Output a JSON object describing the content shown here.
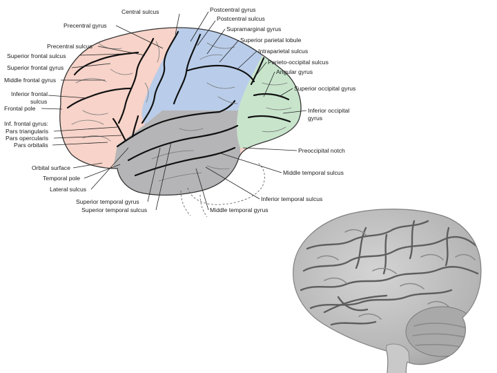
{
  "diagram": {
    "colors": {
      "frontal": "#f7d3c9",
      "parietal": "#b9cdea",
      "occipital": "#c8e5cc",
      "temporal": "#b5b5b7",
      "photo": "#bdbdbd"
    },
    "labels": {
      "central_sulcus": "Central sulcus",
      "postcentral_gyrus": "Postcentral gyrus",
      "postcentral_sulcus": "Postcentral sulcus",
      "supramarginal_gyrus": "Supramarginal gyrus",
      "superior_parietal_lobule": "Superior parietal lobule",
      "intraparietal_sulcus": "Intraparietal sulcus",
      "parieto_occipital_sulcus": "Parieto-occipital sulcus",
      "angular_gyrus": "Angular gyrus",
      "superior_occipital_gyrus": "Superior occipital gyrus",
      "inferior_occipital_gyrus_line1": "Inferior occipital",
      "inferior_occipital_gyrus_line2": "gyrus",
      "preoccipital_notch": "Preoccipital notch",
      "middle_temporal_sulcus": "Middle temporal sulcus",
      "inferior_temporal_sulcus": "Inferior temporal sulcus",
      "middle_temporal_gyrus": "Middle temporal gyrus",
      "superior_temporal_sulcus": "Superior temporal sulcus",
      "superior_temporal_gyrus": "Superior temporal gyrus",
      "lateral_sulcus": "Lateral sulcus",
      "temporal_pole": "Temporal pole",
      "orbital_surface": "Orbital surface",
      "pars_orbitalis": "Pars orbitalis",
      "pars_opercularis": "Pars opercularis",
      "pars_triangularis": "Pars triangularis",
      "inf_frontal_gyrus": "Inf. frontal gyrus:",
      "frontal_pole": "Frontal pole",
      "inferior_frontal_sulcus_line1": "Inferior frontal",
      "inferior_frontal_sulcus_line2": "sulcus",
      "middle_frontal_gyrus": "Middle frontal gyrus",
      "superior_frontal_gyrus": "Superior frontal gyrus",
      "superior_frontal_sulcus": "Superior frontal sulcus",
      "precentral_sulcus": "Precentral sulcus",
      "precentral_gyrus": "Precentral gyrus"
    }
  }
}
